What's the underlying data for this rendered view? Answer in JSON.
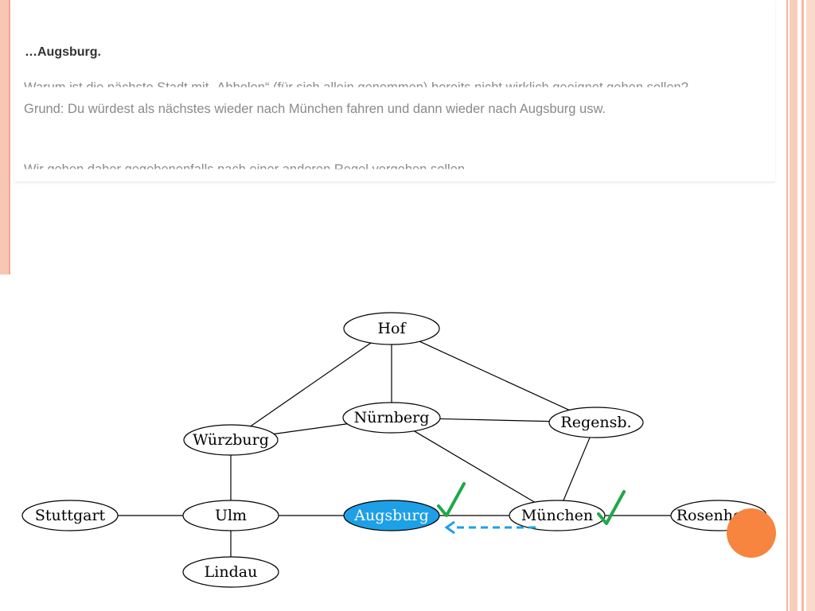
{
  "slide": {
    "title": "…Augsburg.",
    "line1": "Warum ist die nächste Stadt mit „Abholen“ (für sich allein genommen) bereits nicht wirklich geeignet gehen sollen?",
    "line2": "Grund: Du würdest als nächstes wieder nach München fahren und dann wieder nach Augsburg usw.",
    "line3": "Wir gehen daher gegebenenfalls nach einer anderen Regel vorgehen sollen"
  },
  "graph": {
    "nodes": [
      {
        "id": "hof",
        "label": "Hof"
      },
      {
        "id": "nuernberg",
        "label": "Nürnberg"
      },
      {
        "id": "regensburg",
        "label": "Regensb."
      },
      {
        "id": "wuerzburg",
        "label": "Würzburg"
      },
      {
        "id": "stuttgart",
        "label": "Stuttgart"
      },
      {
        "id": "ulm",
        "label": "Ulm"
      },
      {
        "id": "augsburg",
        "label": "Augsburg",
        "highlight": true
      },
      {
        "id": "muenchen",
        "label": "München"
      },
      {
        "id": "rosenheim",
        "label": "Rosenheim"
      },
      {
        "id": "lindau",
        "label": "Lindau"
      }
    ],
    "edges": [
      [
        "hof",
        "wuerzburg"
      ],
      [
        "hof",
        "nuernberg"
      ],
      [
        "hof",
        "regensburg"
      ],
      [
        "nuernberg",
        "wuerzburg"
      ],
      [
        "nuernberg",
        "regensburg"
      ],
      [
        "nuernberg",
        "muenchen"
      ],
      [
        "regensburg",
        "muenchen"
      ],
      [
        "wuerzburg",
        "ulm"
      ],
      [
        "stuttgart",
        "ulm"
      ],
      [
        "ulm",
        "augsburg"
      ],
      [
        "ulm",
        "lindau"
      ],
      [
        "augsburg",
        "muenchen"
      ],
      [
        "muenchen",
        "rosenheim"
      ]
    ],
    "checkmarks": [
      "augsburg",
      "muenchen"
    ],
    "arrow": {
      "from": "muenchen",
      "to": "augsburg"
    }
  },
  "colors": {
    "highlight": "#1ea0e6",
    "check": "#1fa84a",
    "arrow": "#1ea0e6",
    "marker": "#f7843f",
    "accent": "#f7c6b4"
  }
}
